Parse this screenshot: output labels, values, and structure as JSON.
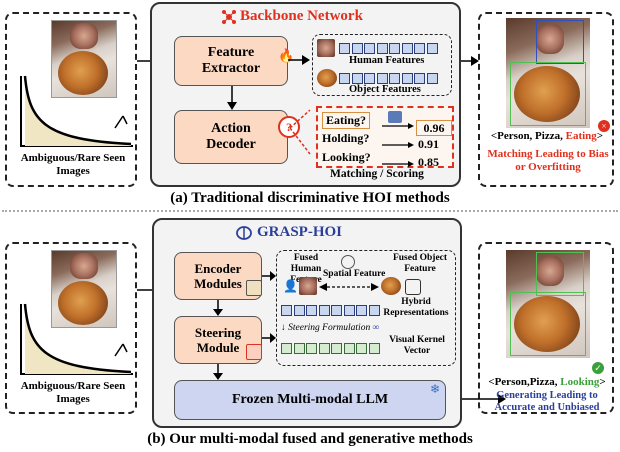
{
  "top": {
    "title": "Backbone Network",
    "feature_extractor": "Feature Extractor",
    "action_decoder": "Action Decoder",
    "human_features": "Human Features",
    "object_features": "Object Features",
    "actions": [
      {
        "label": "Eating?",
        "score": "0.96"
      },
      {
        "label": "Holding?",
        "score": "0.91"
      },
      {
        "label": "Looking?",
        "score": "0.85"
      }
    ],
    "matching": "Matching / Scoring",
    "input_caption": "Ambiguous/Rare Seen Images",
    "result_prefix": "<Person, Pizza, ",
    "result_verb": "Eating",
    "result_suffix": ">",
    "result_note": "Matching Leading to Bias or Overfitting",
    "caption": "(a) Traditional discriminative HOI methods"
  },
  "bottom": {
    "title": "GRASP-HOI",
    "encoder": "Encoder Modules",
    "steering": "Steering Module",
    "fused_human": "Fused Human Feature",
    "fused_object": "Fused Object Feature",
    "spatial": "Spatial Feature",
    "hybrid": "Hybrid Representations",
    "steering_formulation": "Steering Formulation",
    "visual_kernel": "Visual Kernel Vector",
    "llm": "Frozen Multi-modal LLM",
    "input_caption": "Ambiguous/Rare Seen Images",
    "result_prefix": "<Person,Pizza, ",
    "result_verb": "Looking",
    "result_suffix": ">",
    "result_note": "Generating Leading to Accurate and Unbiased",
    "caption": "(b) Our multi-modal fused and generative methods"
  },
  "colors": {
    "red": "#e0301e",
    "green": "#3aa03a",
    "blue": "#2a3f9a",
    "peach": "#fbd9c2",
    "lavender": "#cdd5f0"
  }
}
